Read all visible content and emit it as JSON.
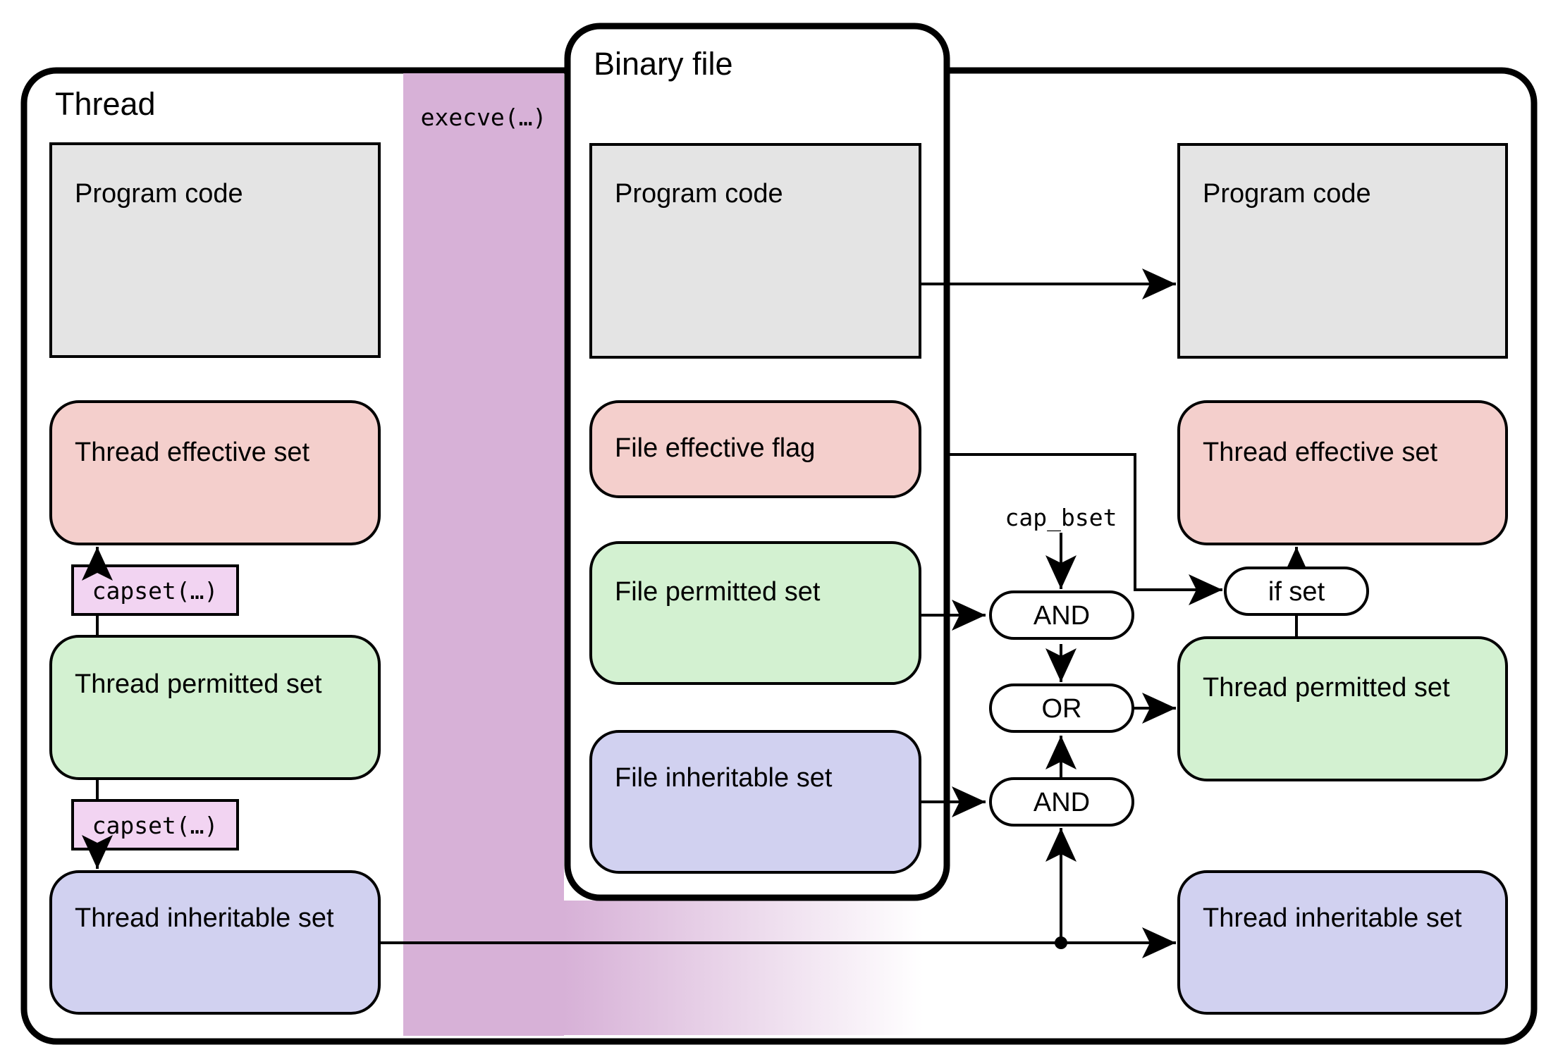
{
  "diagram": {
    "thread_panel": {
      "title": "Thread"
    },
    "binary_panel": {
      "title": "Binary file"
    },
    "execve_label": "execve(…)",
    "cap_bset_label": "cap_bset",
    "capset_top_label": "capset(…)",
    "capset_bottom_label": "capset(…)",
    "thread_column": {
      "program_code": "Program code",
      "effective": "Thread effective set",
      "permitted": "Thread permitted set",
      "inheritable": "Thread inheritable set"
    },
    "binary_column": {
      "program_code": "Program code",
      "effective_flag": "File effective flag",
      "permitted": "File permitted set",
      "inheritable": "File inheritable set"
    },
    "result_column": {
      "program_code": "Program code",
      "effective": "Thread effective set",
      "permitted": "Thread permitted set",
      "inheritable": "Thread inheritable set"
    },
    "operators": {
      "and_top": "AND",
      "or": "OR",
      "and_bottom": "AND",
      "if_set": "if set"
    },
    "colors": {
      "effective_pink": "#f4cfcc",
      "permitted_green": "#d3f1d1",
      "inheritable_lavender": "#d1d1f0",
      "capset_pink": "#f2d4f2",
      "execve_band_purple": "#d7b1d7",
      "program_code_gray": "#e4e4e4",
      "line_black": "#000000"
    }
  }
}
